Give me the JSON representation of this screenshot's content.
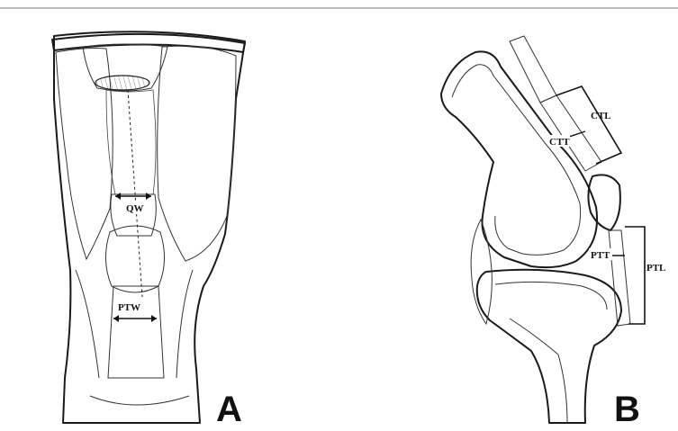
{
  "panels": {
    "a": {
      "letter": "A",
      "labels": {
        "qw": "QW",
        "ptw": "PTW"
      }
    },
    "b": {
      "letter": "B",
      "labels": {
        "ctl": "CTL",
        "ctt": "CTT",
        "ptt": "PTT",
        "ptl": "PTL"
      }
    }
  }
}
